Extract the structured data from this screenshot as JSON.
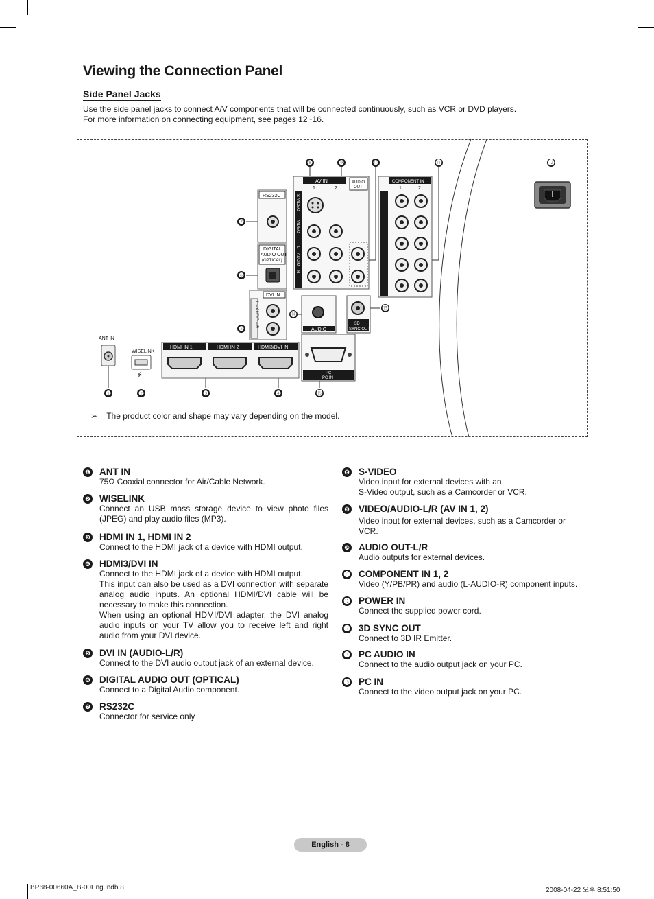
{
  "page": {
    "title": "Viewing the Connection Panel",
    "subtitle": "Side Panel Jacks",
    "intro_line1": "Use the side panel jacks to connect A/V components that will be connected continuously, such as VCR or DVD players.",
    "intro_line2": "For more information on connecting equipment, see pages 12~16."
  },
  "diagram": {
    "labels": {
      "ant_in": "ANT IN",
      "wiselink": "WISELINK",
      "rs232c": "RS232C",
      "digital_audio_out_1": "DIGITAL",
      "digital_audio_out_2": "AUDIO OUT",
      "digital_audio_out_3": "(OPTICAL)",
      "dvi_in": "DVI IN",
      "dvi_audio": "L – AUDIO – R",
      "hdmi_in_1": "HDMI IN 1",
      "hdmi_in_2": "HDMI IN 2",
      "hdmi3_dvi_in": "HDMI3/DVI IN",
      "av_in": "AV IN",
      "av_1": "1",
      "av_2": "2",
      "audio_out_1": "AUDIO",
      "audio_out_2": "OUT",
      "s_video": "S-VIDEO",
      "video": "VIDEO",
      "audio_lr": "L – AUDIO – R",
      "component_in": "COMPONENT IN",
      "comp_1": "1",
      "comp_2": "2",
      "pc_audio": "AUDIO",
      "sync_1": "3D",
      "sync_2": "SYNC OUT",
      "pc": "PC",
      "pc_in": "PC IN"
    },
    "callouts": [
      "❶",
      "❷",
      "❸",
      "❹",
      "❺",
      "❻",
      "❼",
      "❽",
      "❾",
      "❿",
      "⓫",
      "⓬",
      "⓭",
      "⓮",
      "⓯"
    ],
    "note_arrow": "➢",
    "note": "The product color and shape may vary depending on the model."
  },
  "items_left": [
    {
      "num": "❶",
      "title": "ANT IN",
      "desc": [
        "75Ω Coaxial connector for Air/Cable Network."
      ]
    },
    {
      "num": "❷",
      "title": "WISELINK",
      "desc": [
        "Connect an USB mass storage device to view photo files (JPEG) and play audio files (MP3)."
      ]
    },
    {
      "num": "❸",
      "title": "HDMI IN 1, HDMI IN 2",
      "desc": [
        "Connect to the HDMI jack of a device with HDMI output."
      ]
    },
    {
      "num": "❹",
      "title": "HDMI3/DVI IN",
      "desc": [
        "Connect to the HDMI jack of a device with HDMI output.",
        "This input can also be used as a DVI connection with separate analog audio inputs. An optional HDMI/DVI cable will be necessary to make this connection.",
        "When using an optional HDMI/DVI adapter, the DVI analog audio inputs on your TV allow you to receive left and right audio from your DVI device."
      ]
    },
    {
      "num": "❺",
      "title": "DVI IN (AUDIO-L/R)",
      "desc": [
        "Connect to the DVI audio output jack of an external device."
      ]
    },
    {
      "num": "❻",
      "title": "DIGITAL AUDIO OUT (OPTICAL)",
      "desc": [
        "Connect to a Digital Audio component."
      ]
    },
    {
      "num": "❼",
      "title": "RS232C",
      "desc": [
        "Connector for service only"
      ]
    }
  ],
  "items_right": [
    {
      "num": "❽",
      "title": "S-VIDEO",
      "desc": [
        "Video input for external devices with an",
        "S-Video output, such as a Camcorder or VCR."
      ]
    },
    {
      "num": "❾",
      "title": "VIDEO/AUDIO-L/R (AV IN 1, 2)",
      "desc": [
        "Video input for external devices, such as a Camcorder or VCR."
      ]
    },
    {
      "num": "❿",
      "title": "AUDIO OUT-L/R",
      "desc": [
        "Audio outputs for external devices."
      ]
    },
    {
      "num": "⓫",
      "title": "COMPONENT IN 1, 2",
      "desc": [
        "Video (Y/PB/PR) and audio (L-AUDIO-R) component inputs."
      ]
    },
    {
      "num": "⓬",
      "title": "POWER IN",
      "desc": [
        "Connect the supplied power cord."
      ]
    },
    {
      "num": "⓭",
      "title": "3D SYNC OUT",
      "desc": [
        "Connect to 3D IR Emitter."
      ]
    },
    {
      "num": "⓮",
      "title": "PC AUDIO IN",
      "desc": [
        "Connect to the audio output jack on your PC."
      ]
    },
    {
      "num": "⓯",
      "title": "PC IN",
      "desc": [
        "Connect to the video output jack on your PC."
      ]
    }
  ],
  "footer": {
    "page_label": "English - 8",
    "slug_left": "BP68-00660A_B-00Eng.indb   8",
    "slug_right": "2008-04-22   오후 8:51:50"
  }
}
